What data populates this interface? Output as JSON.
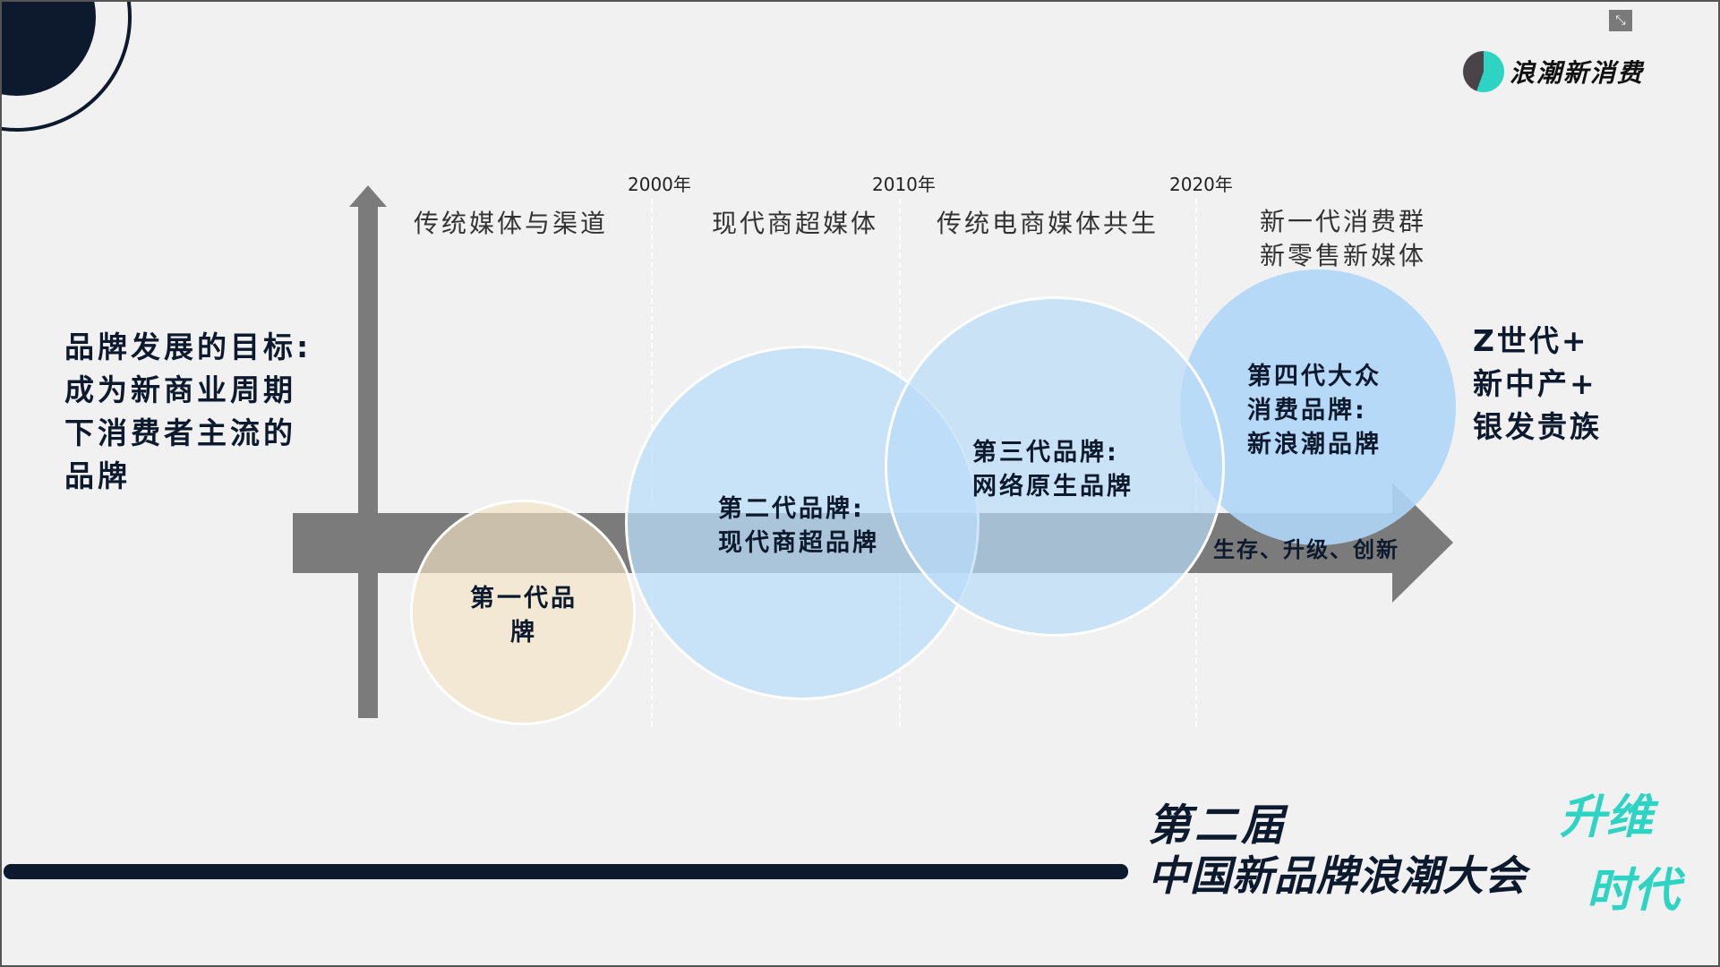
{
  "logo": {
    "text": "浪潮新消费"
  },
  "left_title": [
    "品牌发展的目标:",
    "成为新商业周期",
    "下消费者主流的",
    "品牌"
  ],
  "years": [
    "2000年",
    "2010年",
    "2020年"
  ],
  "eras": [
    "传统媒体与渠道",
    "现代商超媒体",
    "传统电商媒体共生",
    "新一代消费群",
    "新零售新媒体"
  ],
  "circles": [
    {
      "lines": [
        "第一代品",
        "牌"
      ]
    },
    {
      "lines": [
        "第二代品牌:",
        "现代商超品牌"
      ]
    },
    {
      "lines": [
        "第三代品牌:",
        "网络原生品牌"
      ]
    },
    {
      "lines": [
        "第四代大众",
        "消费品牌:",
        "新浪潮品牌"
      ]
    }
  ],
  "arrow_label": "生存、升级、创新",
  "right_text": [
    "Z世代+",
    "新中产+",
    "银发贵族"
  ],
  "footer": {
    "line1": "第二届",
    "line2": "中国新品牌浪潮大会",
    "slogan1": "升维",
    "slogan2": "时代"
  },
  "colors": {
    "navy": "#0d1a2e",
    "teal": "#2dd4c4",
    "gray": "#7b7b7b",
    "blue": "#b9dcf8",
    "beige": "#f1e6cc"
  }
}
